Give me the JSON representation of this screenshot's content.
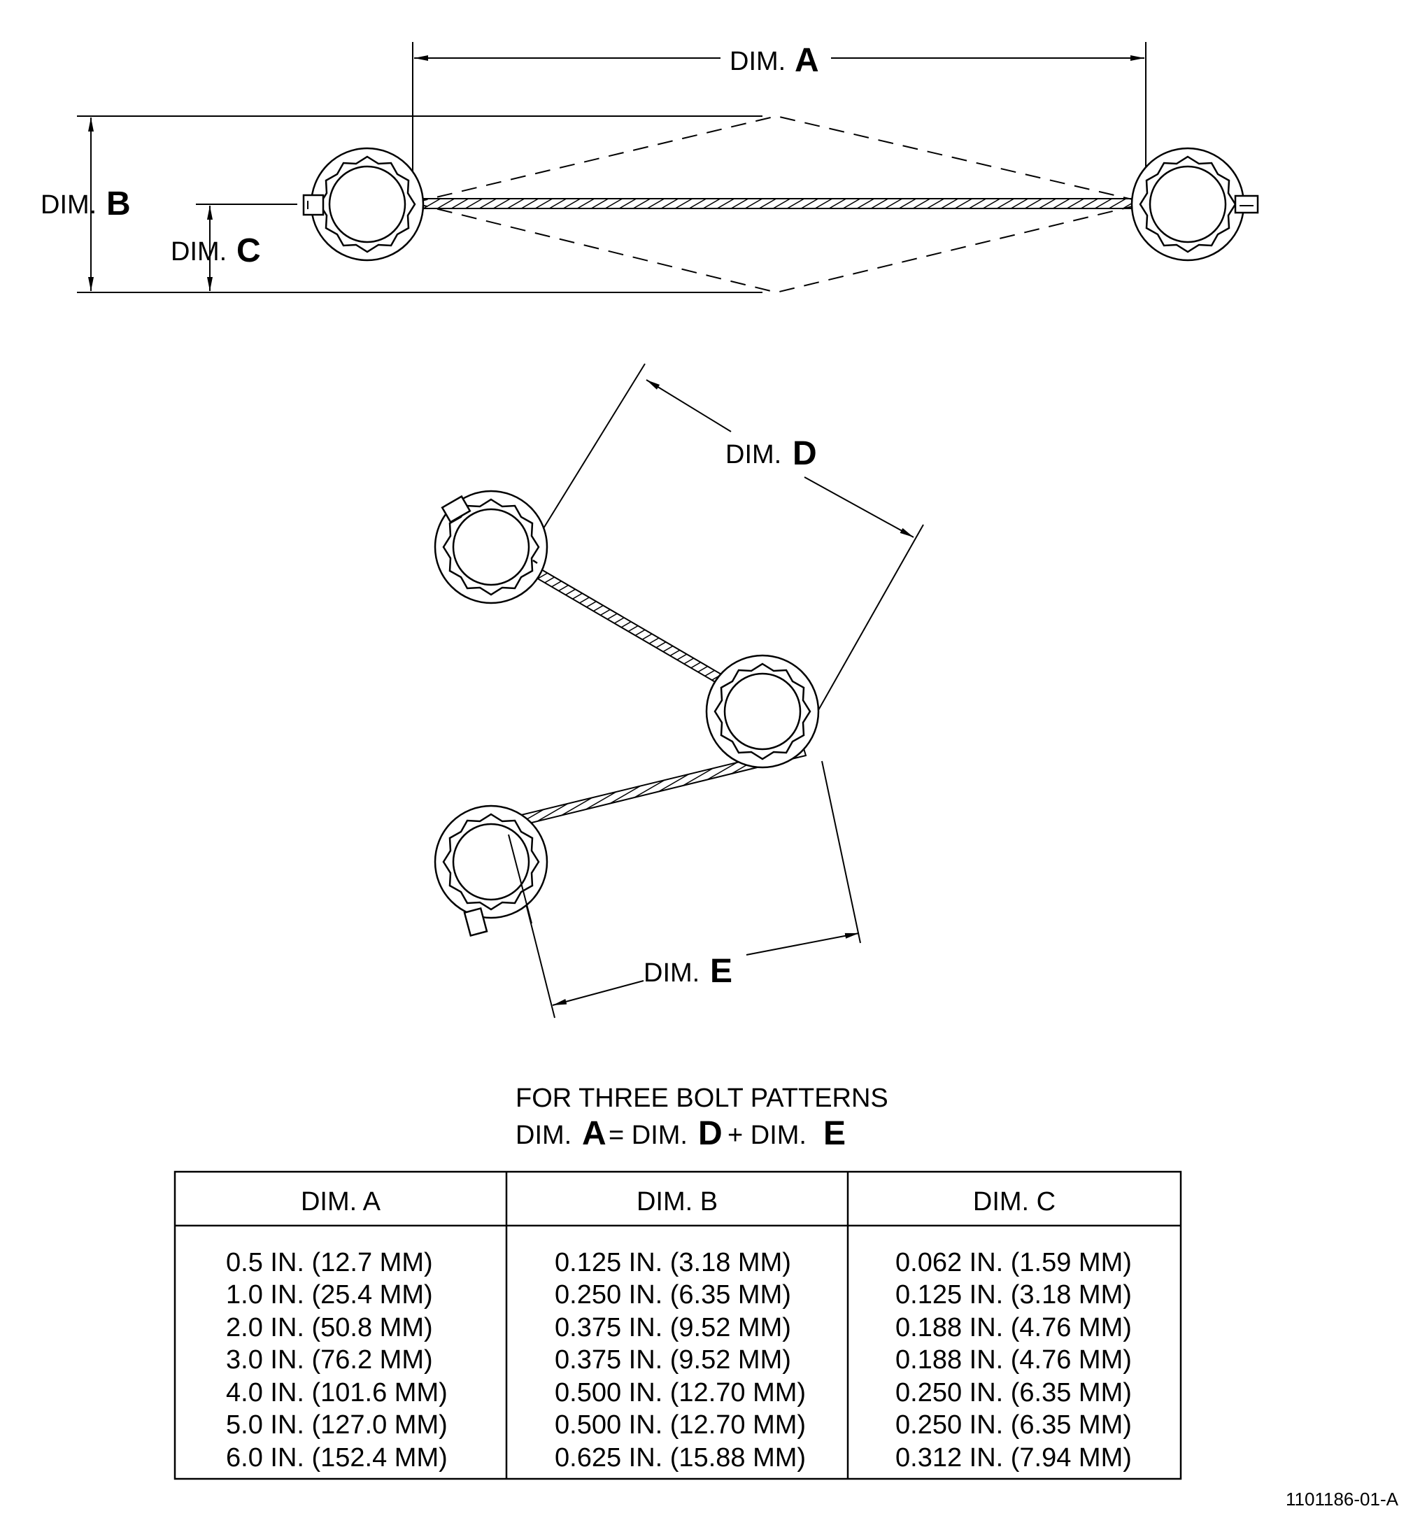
{
  "labels": {
    "dim_word": "DIM.",
    "dim_a": "A",
    "dim_b": "B",
    "dim_c": "C",
    "dim_d": "D",
    "dim_e": "E"
  },
  "formula": {
    "line1": "FOR THREE BOLT PATTERNS",
    "line2_dim1": "DIM.",
    "line2_a": "A",
    "line2_eq": "= DIM.",
    "line2_d": "D",
    "line2_plus": "+ DIM.",
    "line2_e": "E"
  },
  "table": {
    "headers": [
      "DIM. A",
      "DIM. B",
      "DIM. C"
    ],
    "columns": [
      [
        "0.5 IN. (12.7 MM)",
        "1.0 IN. (25.4 MM)",
        "2.0 IN. (50.8 MM)",
        "3.0 IN. (76.2 MM)",
        "4.0 IN. (101.6 MM)",
        "5.0 IN. (127.0 MM)",
        "6.0 IN. (152.4 MM)"
      ],
      [
        "0.125 IN. (3.18 MM)",
        "0.250 IN. (6.35 MM)",
        "0.375 IN. (9.52 MM)",
        "0.375 IN. (9.52 MM)",
        "0.500 IN. (12.70 MM)",
        "0.500 IN. (12.70 MM)",
        "0.625 IN. (15.88 MM)"
      ],
      [
        "0.062 IN. (1.59 MM)",
        "0.125 IN. (3.18 MM)",
        "0.188 IN. (4.76 MM)",
        "0.188 IN. (4.76 MM)",
        "0.250 IN. (6.35 MM)",
        "0.250 IN. (6.35 MM)",
        "0.312 IN. (7.94 MM)"
      ]
    ]
  },
  "figure_id": "1101186-01-A"
}
